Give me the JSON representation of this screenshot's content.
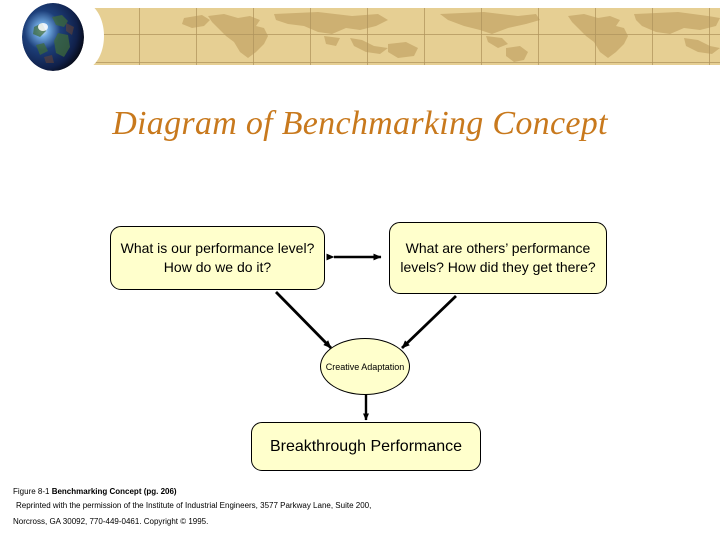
{
  "header": {
    "globe_icon": "globe-icon",
    "banner_style": "world-map-banner",
    "banner_color": "#E6CF93",
    "grid_color": "#B0945C"
  },
  "title": "Diagram of Benchmarking Concept",
  "title_color": "#C8791D",
  "diagram": {
    "node_fill": "#FFFFCC",
    "node_stroke": "#000000",
    "nodes": [
      {
        "id": "current-performance",
        "shape": "rounded-rect",
        "text": "What is our performance level? How do we do it?"
      },
      {
        "id": "others-performance",
        "shape": "rounded-rect",
        "text": "What are others’ performance levels? How did they get there?"
      },
      {
        "id": "creative-adaptation",
        "shape": "ellipse",
        "text": "Creative Adaptation"
      },
      {
        "id": "breakthrough-performance",
        "shape": "rounded-rect",
        "text": "Breakthrough Performance"
      }
    ],
    "connectors": [
      {
        "id": "current-to-others",
        "type": "double-arrow",
        "from": "current-performance",
        "to": "others-performance"
      },
      {
        "id": "current-to-adaptation",
        "type": "arrow",
        "from": "current-performance",
        "to": "creative-adaptation"
      },
      {
        "id": "others-to-adaptation",
        "type": "arrow",
        "from": "others-performance",
        "to": "creative-adaptation"
      },
      {
        "id": "adaptation-to-breakthrough",
        "type": "arrow",
        "from": "creative-adaptation",
        "to": "breakthrough-performance"
      }
    ]
  },
  "footer": {
    "figure_prefix": "Figure 8-1 ",
    "figure_title": "Benchmarking Concept (pg. 206)",
    "line2": "Reprinted with the permission of the Institute of Industrial Engineers, 3577 Parkway Lane, Suite 200,",
    "line3": "Norcross, GA 30092, 770-449-0461. Copyright © 1995."
  }
}
